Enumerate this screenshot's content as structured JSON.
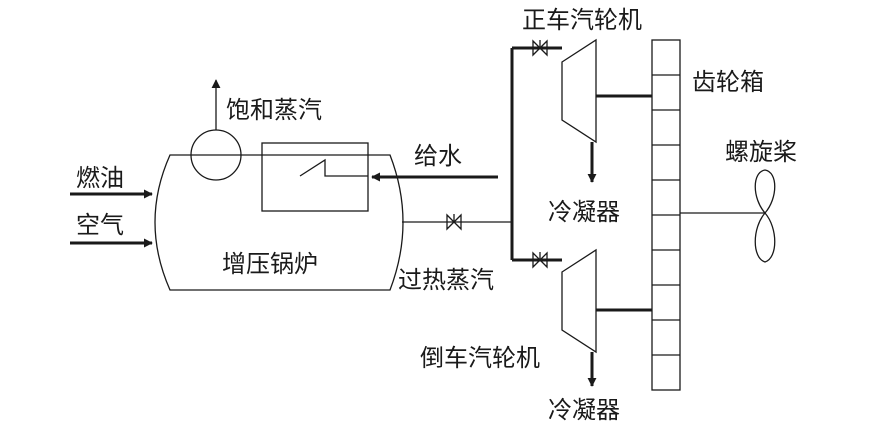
{
  "labels": {
    "saturated_steam": "饱和蒸汽",
    "fuel_oil": "燃油",
    "air": "空气",
    "boiler": "增压锅炉",
    "feed_water": "给水",
    "superheated_steam": "过热蒸汽",
    "ahead_turbine": "正车汽轮机",
    "astern_turbine": "倒车汽轮机",
    "condenser_top": "冷凝器",
    "condenser_bottom": "冷凝器",
    "gearbox": "齿轮箱",
    "propeller": "螺旋桨"
  }
}
